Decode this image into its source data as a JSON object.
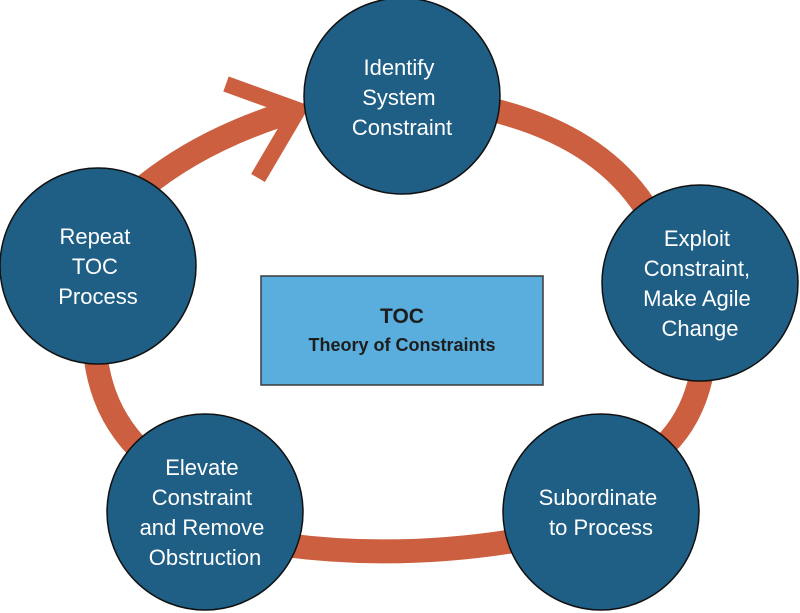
{
  "colors": {
    "node_fill": "#1f5f85",
    "node_stroke": "#111111",
    "ring": "#cc5f3f",
    "center_fill": "#5aaede",
    "center_stroke": "#3a3a3a"
  },
  "center": {
    "title": "TOC",
    "subtitle": "Theory of Constraints"
  },
  "nodes": [
    {
      "id": "identify",
      "lines": [
        "Identify",
        "System",
        "Constraint"
      ]
    },
    {
      "id": "exploit",
      "lines": [
        "Exploit",
        "Constraint,",
        "Make Agile",
        "Change"
      ]
    },
    {
      "id": "subordinate",
      "lines": [
        "Subordinate",
        "to Process"
      ]
    },
    {
      "id": "elevate",
      "lines": [
        "Elevate",
        "Constraint",
        "and Remove",
        "Obstruction"
      ]
    },
    {
      "id": "repeat",
      "lines": [
        "Repeat",
        "TOC",
        "Process"
      ]
    }
  ]
}
